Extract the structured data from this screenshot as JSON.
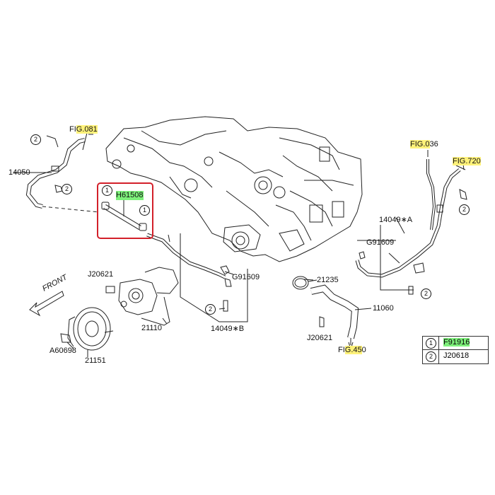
{
  "figure_refs": {
    "fig_081": "FIG.081",
    "fig_036": "FIG.036",
    "fig_720": "FIG.720",
    "fig_450": "FIG.450"
  },
  "parts": {
    "p14050": "14050",
    "p61508": "H61508",
    "p14049a": "14049∗A",
    "pG91609a": "G91609",
    "pJ20621a": "J20621",
    "pG91609b": "G91609",
    "p21235": "21235",
    "p11060": "11060",
    "p21110": "21110",
    "p14049b": "14049∗B",
    "pJ20621b": "J20621",
    "pA60698": "A60698",
    "p21151": "21151"
  },
  "front_label": "FRONT",
  "callouts": {
    "one": "1",
    "two": "2"
  },
  "legend": [
    {
      "num": "1",
      "code": "F91916"
    },
    {
      "num": "2",
      "code": "J20618"
    }
  ],
  "colors": {
    "figure_ref_highlight": "#fff27a",
    "part_highlight": "#7df07a",
    "selection_box": "#d3202a"
  }
}
